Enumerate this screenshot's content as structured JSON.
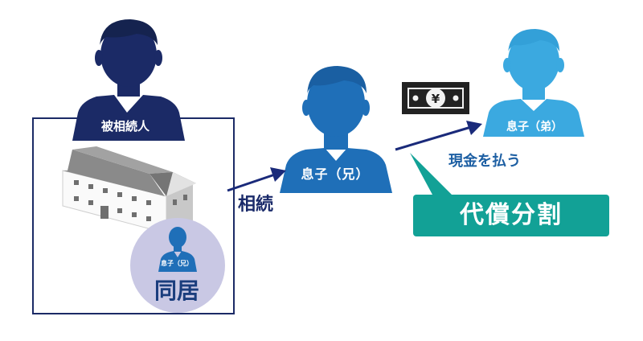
{
  "people": {
    "deceased": "被相続人",
    "eldest_son": "息子（兄）",
    "younger_son": "息子（弟）",
    "mini_eldest_son": "息子（兄）"
  },
  "labels": {
    "inheritance": "相続",
    "pay_cash": "現金を払う",
    "cohabitation": "同居",
    "currency_symbol": "¥"
  },
  "callout": {
    "title": "代償分割"
  },
  "colors": {
    "deceased": "#1b2a66",
    "eldest_son": "#1f6fb8",
    "younger_son": "#3ba9e0",
    "arrow": "#1a2a7a",
    "callout": "#12a196",
    "cohab_circle": "#c9c8e4"
  }
}
